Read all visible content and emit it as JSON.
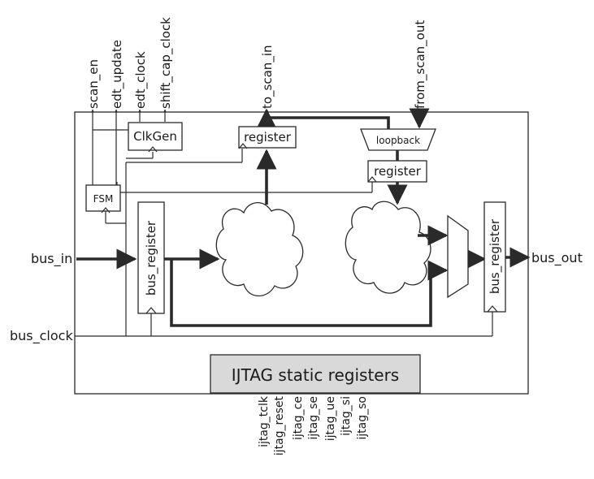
{
  "diagram": {
    "blocks": {
      "clkgen": "ClkGen",
      "fsm": "FSM",
      "register_top": "register",
      "loopback": "loopback",
      "register_right": "register",
      "bus_register_left": "bus_register",
      "bus_register_right": "bus_register",
      "ijtag": "IJTAG static registers"
    },
    "top_signals": [
      "scan_en",
      "edt_update",
      "edt_clock",
      "shift_cap_clock",
      "to_scan_in",
      "from_scan_out"
    ],
    "left_signals": {
      "bus_in": "bus_in",
      "bus_clock": "bus_clock"
    },
    "right_signals": {
      "bus_out": "bus_out"
    },
    "bottom_signals": [
      "ijtag_tclk",
      "ijtag_reset",
      "ijtag_ce",
      "ijtag_se",
      "ijtag_ue",
      "ijtag_si",
      "ijtag_so"
    ],
    "colors": {
      "line": "#2a2a2a",
      "ijtag_fill": "#d9d9d9"
    }
  }
}
